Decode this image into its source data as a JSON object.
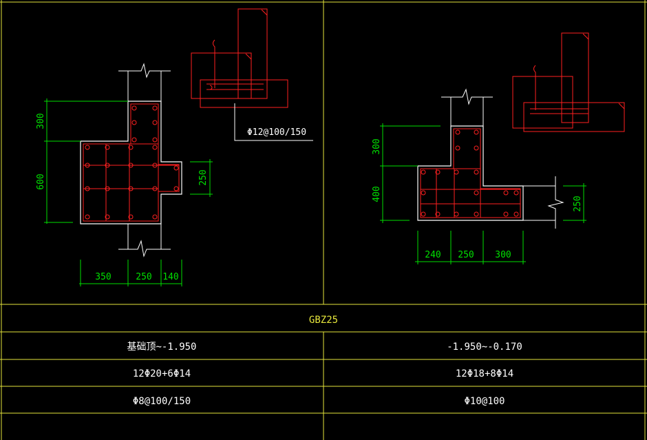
{
  "colors": {
    "background": "#000000",
    "frame": "#e6e63c",
    "outline": "#ffffff",
    "rebar": "#ff2020",
    "dimension": "#00e000",
    "title_text": "#e6e63c",
    "table_text": "#ffffff"
  },
  "left_section": {
    "dims": {
      "h_350": "350",
      "h_250": "250",
      "h_140": "140",
      "v_300": "300",
      "v_600": "600",
      "v_250": "250"
    },
    "callout": "Φ12@100/150"
  },
  "right_section": {
    "dims": {
      "h_240": "240",
      "h_250": "250",
      "h_300": "300",
      "v_300": "300",
      "v_400": "400",
      "v_250": "250"
    }
  },
  "table": {
    "title": "GBZ25",
    "rows": [
      {
        "left": "基础顶~-1.950",
        "right": "-1.950~-0.170"
      },
      {
        "left": "12Φ20+6Φ14",
        "right": "12Φ18+8Φ14"
      },
      {
        "left": "Φ8@100/150",
        "right": "Φ10@100"
      }
    ]
  }
}
